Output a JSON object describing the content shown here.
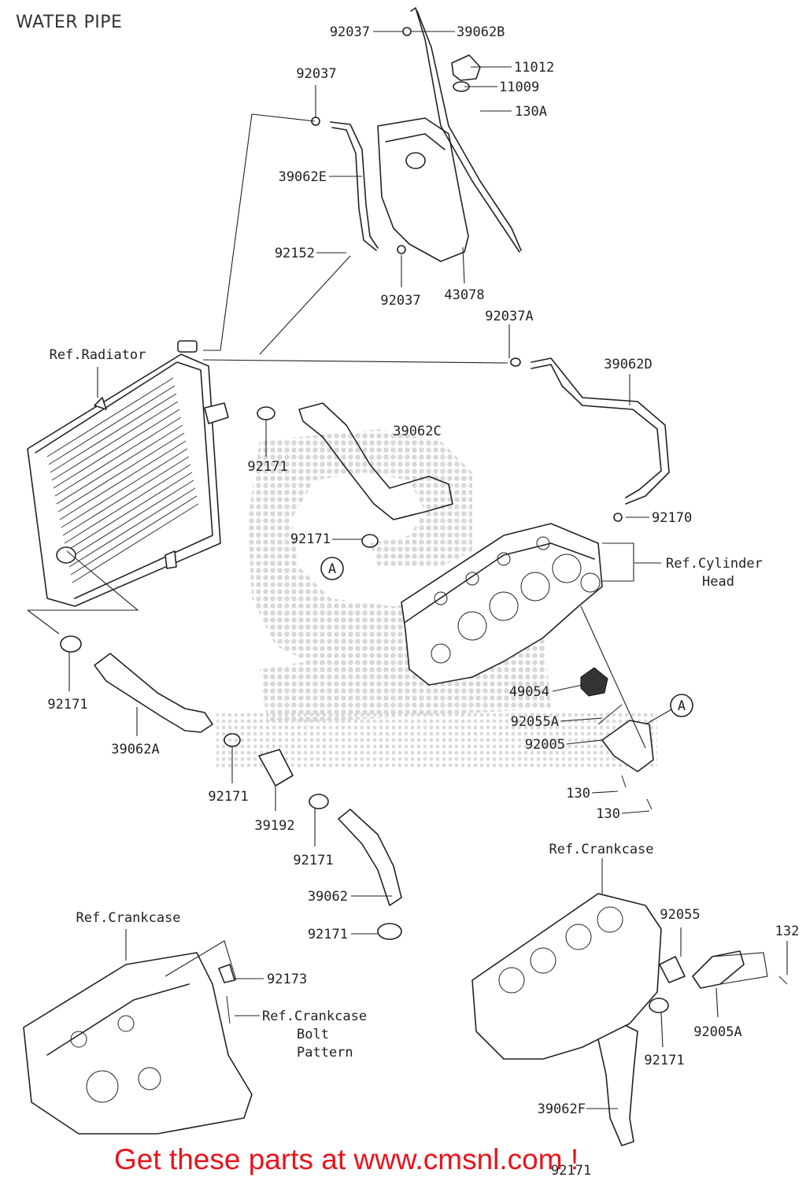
{
  "title": "WATER PIPE",
  "banner": "Get these parts at www.cmsnl.com !",
  "watermark": "CMS",
  "accent_color": "#e8141c",
  "labels": {
    "p92037_top": "92037",
    "p39062B": "39062B",
    "p11012": "11012",
    "p11009": "11009",
    "p130A": "130A",
    "p92037_left": "92037",
    "p39062E": "39062E",
    "p92152": "92152",
    "p92037_mid": "92037",
    "p43078": "43078",
    "p92037A": "92037A",
    "ref_radiator": "Ref.Radiator",
    "p39062D": "39062D",
    "p39062C": "39062C",
    "p92171_a": "92171",
    "p92171_b": "92171",
    "p92170": "92170",
    "ref_cylinder_head_1": "Ref.Cylinder",
    "ref_cylinder_head_2": "Head",
    "callout_a1": "A",
    "callout_a2": "A",
    "p92171_c": "92171",
    "p49054": "49054",
    "p92055A": "92055A",
    "p92005": "92005",
    "p39062A": "39062A",
    "p92171_d": "92171",
    "p39192": "39192",
    "p130_a": "130",
    "p130_b": "130",
    "p92171_e": "92171",
    "ref_crankcase_right": "Ref.Crankcase",
    "p39062": "39062",
    "p92171_f": "92171",
    "ref_crankcase_left": "Ref.Crankcase",
    "p92055": "92055",
    "p132": "132",
    "p92173": "92173",
    "ref_crankcase_bolt_1": "Ref.Crankcase",
    "ref_crankcase_bolt_2": "Bolt",
    "ref_crankcase_bolt_3": "Pattern",
    "p92005A": "92005A",
    "p92171_g": "92171",
    "p39062F": "39062F",
    "p92171_h": "92171"
  }
}
